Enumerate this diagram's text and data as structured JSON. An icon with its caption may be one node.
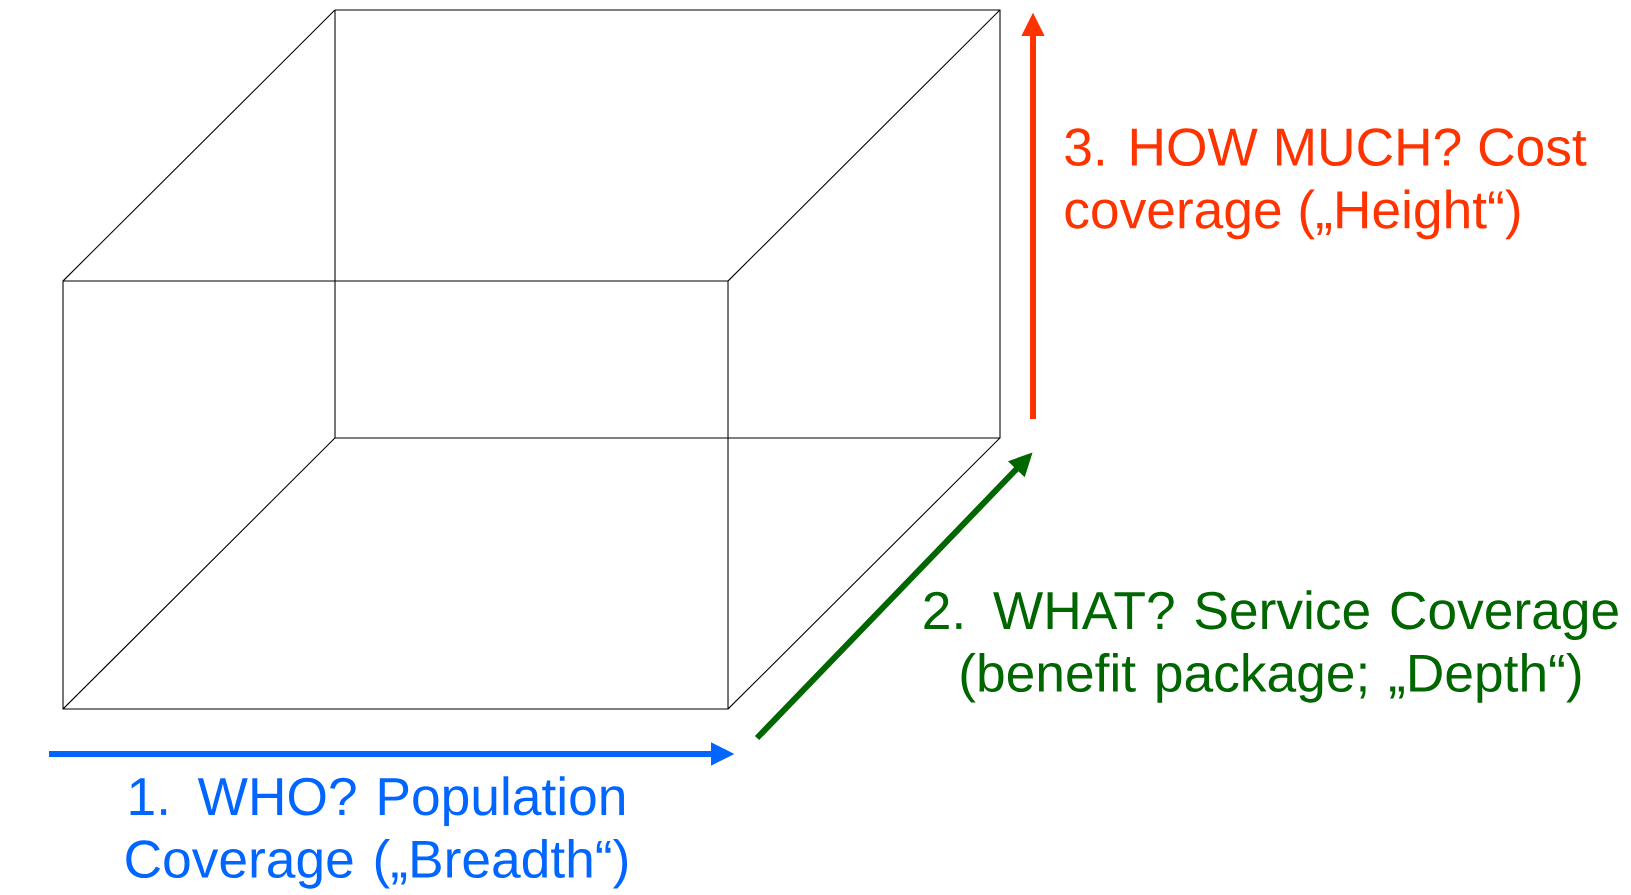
{
  "diagram": {
    "labels": [
      "1. WHO? Population Coverage („Breadth“)",
      "2. WHAT? Service Coverage (benefit package; „Depth“)",
      "3. HOW MUCH? Cost coverage („Height“)"
    ]
  }
}
